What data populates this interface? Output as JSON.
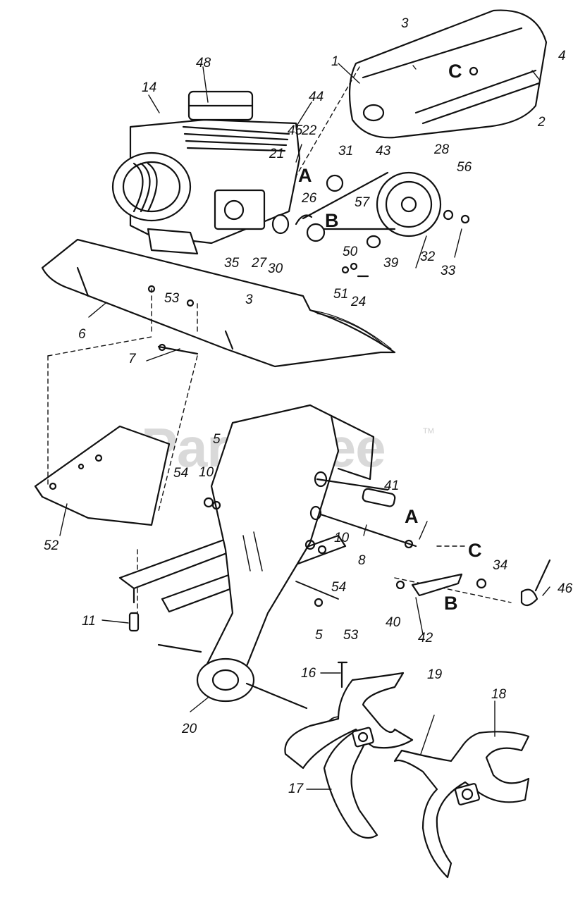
{
  "watermark": {
    "text": "PartsTree",
    "tm": "TM"
  },
  "callouts": {
    "p1": "1",
    "p2": "2",
    "p3a": "3",
    "p3b": "3",
    "p4": "4",
    "p5a": "5",
    "p5b": "5",
    "p6": "6",
    "p7": "7",
    "p8": "8",
    "p10a": "10",
    "p10b": "10",
    "p11": "11",
    "p14": "14",
    "p16": "16",
    "p17": "17",
    "p18": "18",
    "p19": "19",
    "p20": "20",
    "p21": "21",
    "p22": "22",
    "p24": "24",
    "p26": "26",
    "p27": "27",
    "p28": "28",
    "p30": "30",
    "p31": "31",
    "p32": "32",
    "p33": "33",
    "p34": "34",
    "p35": "35",
    "p39": "39",
    "p40": "40",
    "p41": "41",
    "p42": "42",
    "p43": "43",
    "p44": "44",
    "p45": "45",
    "p46": "46",
    "p48": "48",
    "p50": "50",
    "p51": "51",
    "p52": "52",
    "p53a": "53",
    "p53b": "53",
    "p54a": "54",
    "p54b": "54",
    "p56": "56",
    "p57": "57"
  },
  "refs": {
    "a_top": "A",
    "b_top": "B",
    "c_top": "C",
    "a_bottom": "A",
    "b_bottom": "B",
    "c_bottom": "C"
  }
}
